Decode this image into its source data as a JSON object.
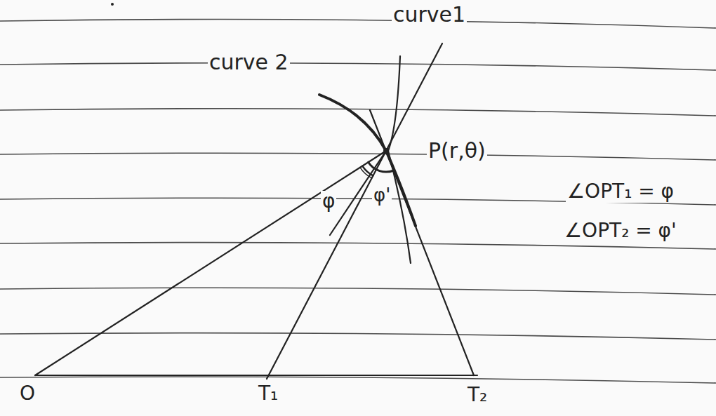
{
  "diagram": {
    "labels": [
      "curve1",
      "curve 2",
      "P(r,θ)",
      "∠OPT₁ = φ",
      "∠OPT₂ = φ'",
      "φ",
      "φ'",
      "O",
      "T₁",
      "T₂"
    ]
  }
}
